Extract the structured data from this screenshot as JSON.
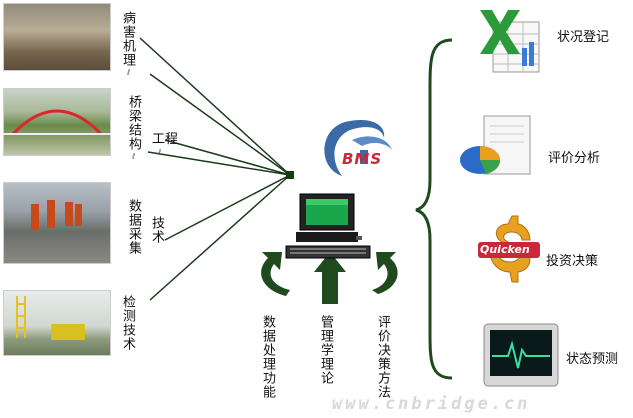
{
  "left_items": [
    {
      "name": "disease-mechanism",
      "label": "病害机理"
    },
    {
      "name": "bridge-structure",
      "label": "桥梁结构"
    },
    {
      "name": "data-collection",
      "label": "数据采集"
    },
    {
      "name": "inspection-tech",
      "label": "检测技术"
    }
  ],
  "middle_labels": {
    "engineering": "工程",
    "technology": "技术"
  },
  "center": {
    "logo_text": "BMS"
  },
  "bottom_labels": {
    "data_processing": "数据处理功能",
    "management": "管理学理论",
    "evaluation": "评价决策方法"
  },
  "right_items": [
    {
      "name": "status-registration",
      "label": "状况登记",
      "icon": "spreadsheet-icon"
    },
    {
      "name": "evaluation-analysis",
      "label": "评价分析",
      "icon": "pie-chart-icon"
    },
    {
      "name": "investment-decision",
      "label": "投资决策",
      "icon": "quicken-icon",
      "icon_text": "Quicken"
    },
    {
      "name": "status-prediction",
      "label": "状态预测",
      "icon": "heart-monitor-icon"
    }
  ],
  "watermark": "www.cnbridge.cn",
  "colors": {
    "accent_green": "#1e4a1e",
    "line": "#1a3a1a",
    "screen_green": "#1aa64a",
    "logo_blue": "#3a6aa8",
    "logo_red": "#c8283a"
  }
}
